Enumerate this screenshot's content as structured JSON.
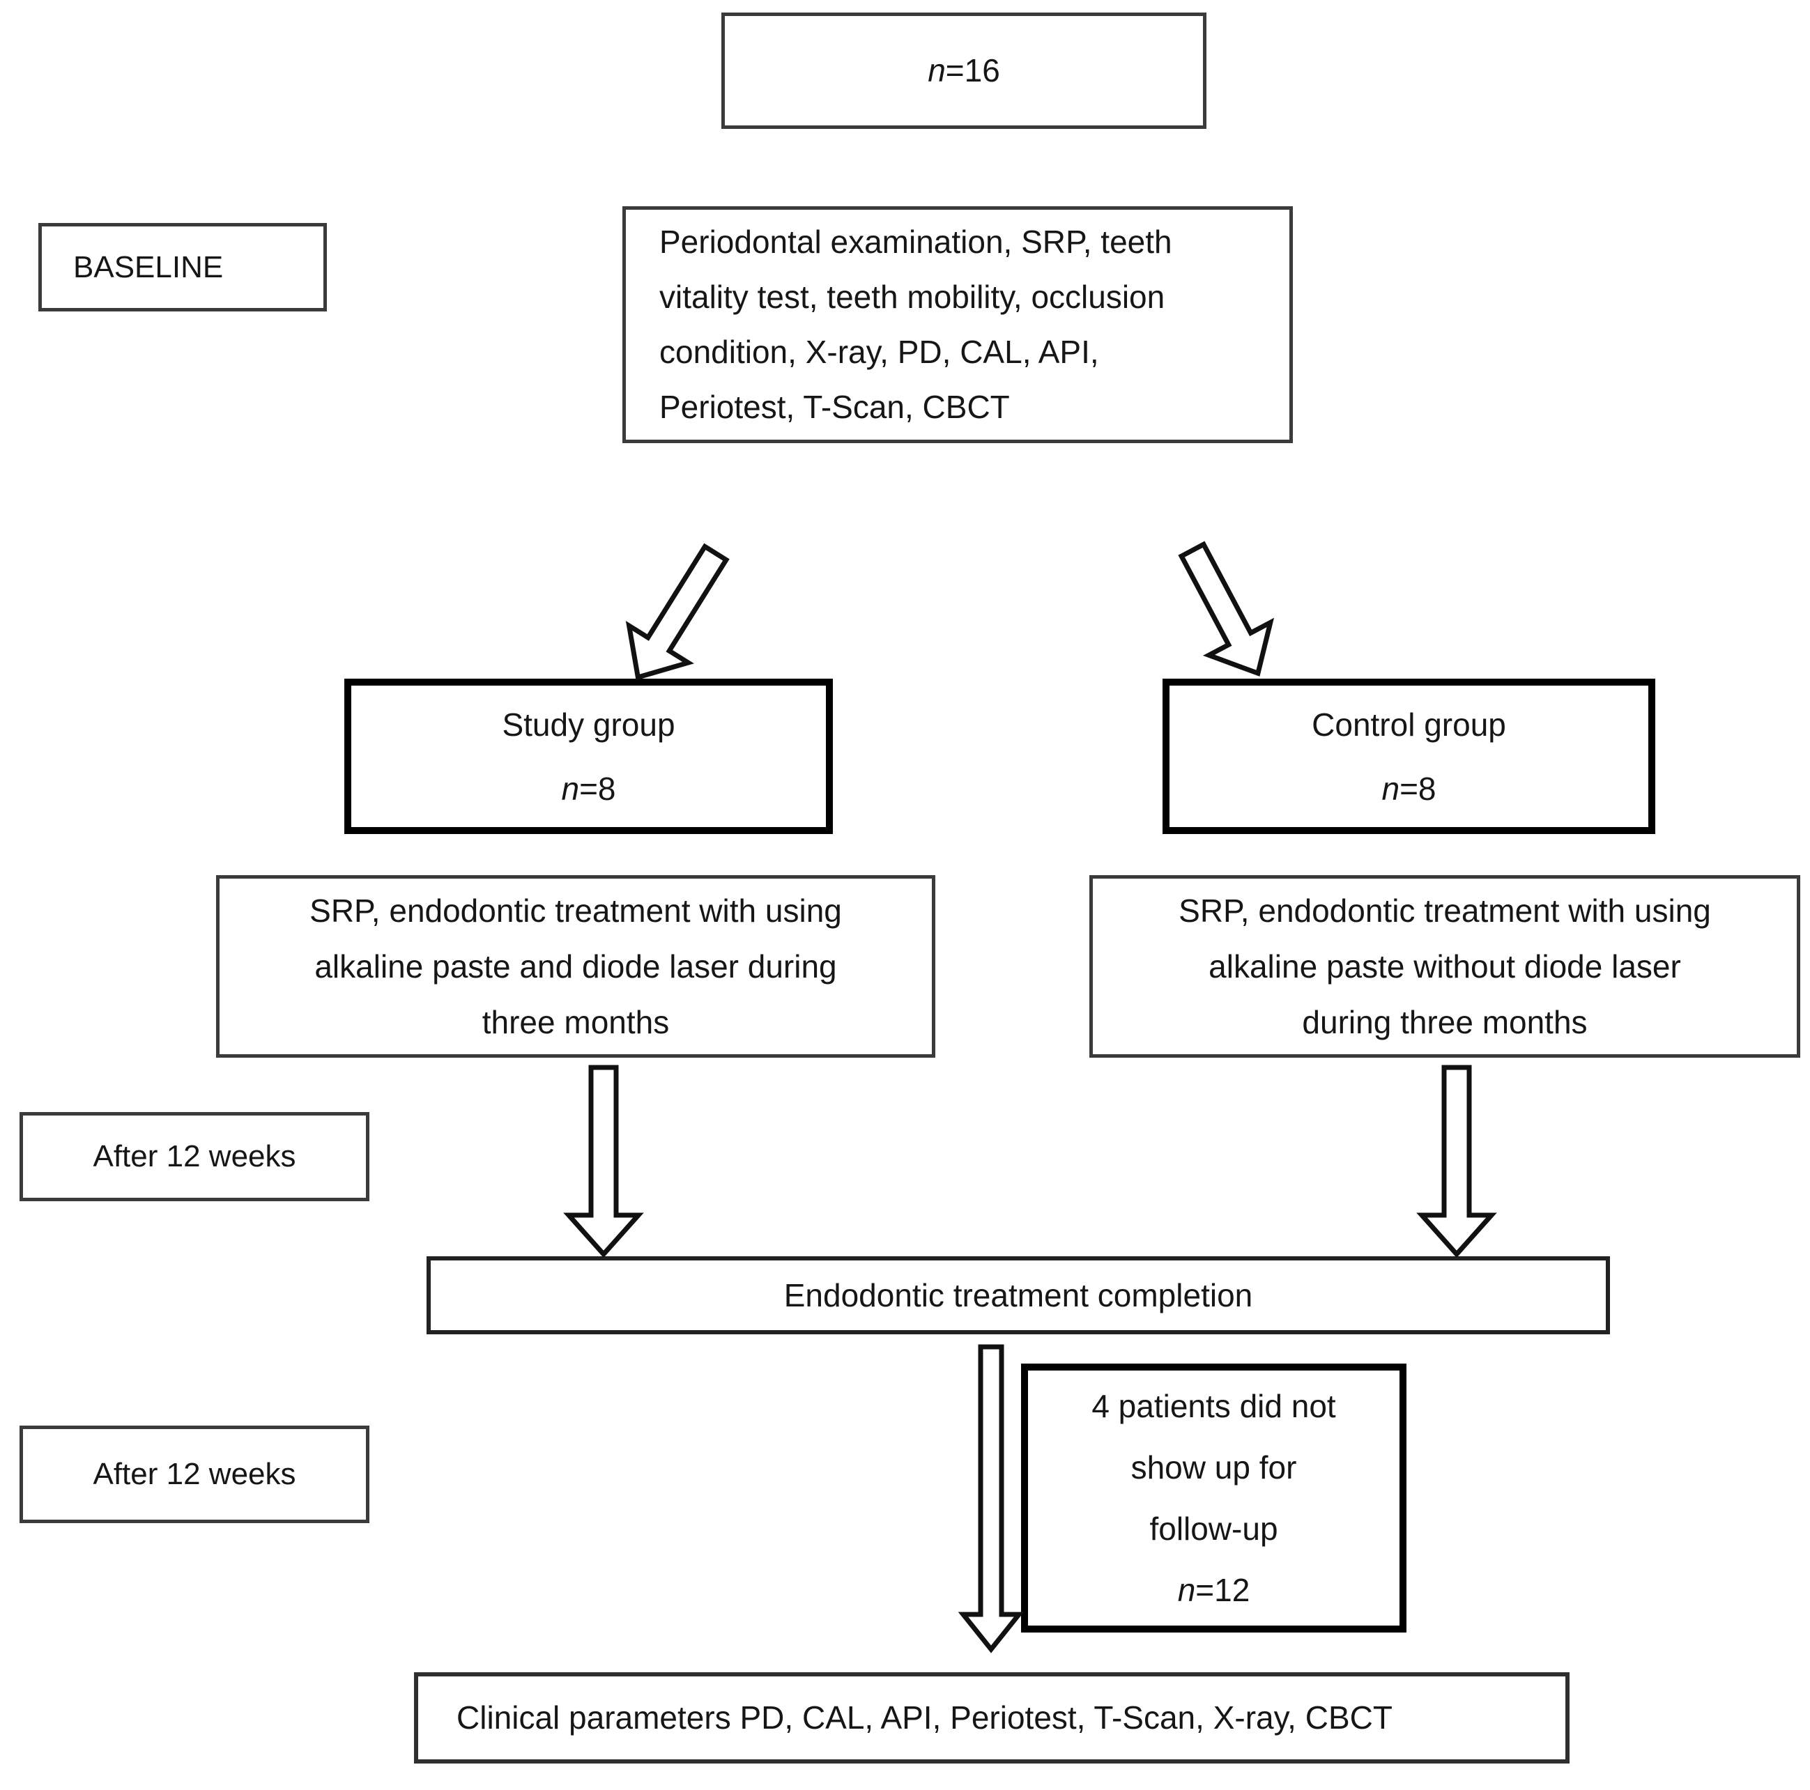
{
  "boxes": {
    "enrollment": {
      "n_prefix": "n",
      "n_suffix": "=16"
    },
    "baseline": {
      "label": "BASELINE"
    },
    "exam": {
      "lines": [
        "Periodontal examination, SRP, teeth",
        "vitality test, teeth mobility, occlusion",
        "condition, X-ray, PD, CAL, API,",
        "Periotest, T-Scan, CBCT"
      ]
    },
    "study_group": {
      "title": "Study group",
      "n_prefix": "n",
      "n_suffix": "=8"
    },
    "control_group": {
      "title": "Control group",
      "n_prefix": "n",
      "n_suffix": "=8"
    },
    "study_treatment": {
      "lines": [
        "SRP, endodontic treatment with using",
        "alkaline paste and diode laser during",
        "three months"
      ]
    },
    "control_treatment": {
      "lines": [
        "SRP, endodontic treatment with using",
        "alkaline paste without diode laser",
        "during three months"
      ]
    },
    "after_12_weeks_first": {
      "label": "After 12 weeks"
    },
    "completion": {
      "label": "Endodontic treatment completion"
    },
    "after_12_weeks_second": {
      "label": "After 12 weeks"
    },
    "dropout": {
      "lines": [
        "4 patients did not",
        "show up for",
        "follow-up"
      ],
      "n_prefix": "n",
      "n_suffix": "=12"
    },
    "clinical": {
      "label": "Clinical parameters PD, CAL, API, Periotest, T-Scan, X-ray, CBCT"
    }
  },
  "arrows": [
    "arrow-baseline-to-study-group",
    "arrow-baseline-to-control-group",
    "arrow-study-treatment-to-completion",
    "arrow-control-treatment-to-completion",
    "arrow-completion-to-clinical-parameters"
  ],
  "colors": {
    "thin_border": "#3b3b3b",
    "thick_border": "#000000",
    "text": "#161616",
    "arrow_outline": "#111111",
    "background": "#ffffff"
  }
}
